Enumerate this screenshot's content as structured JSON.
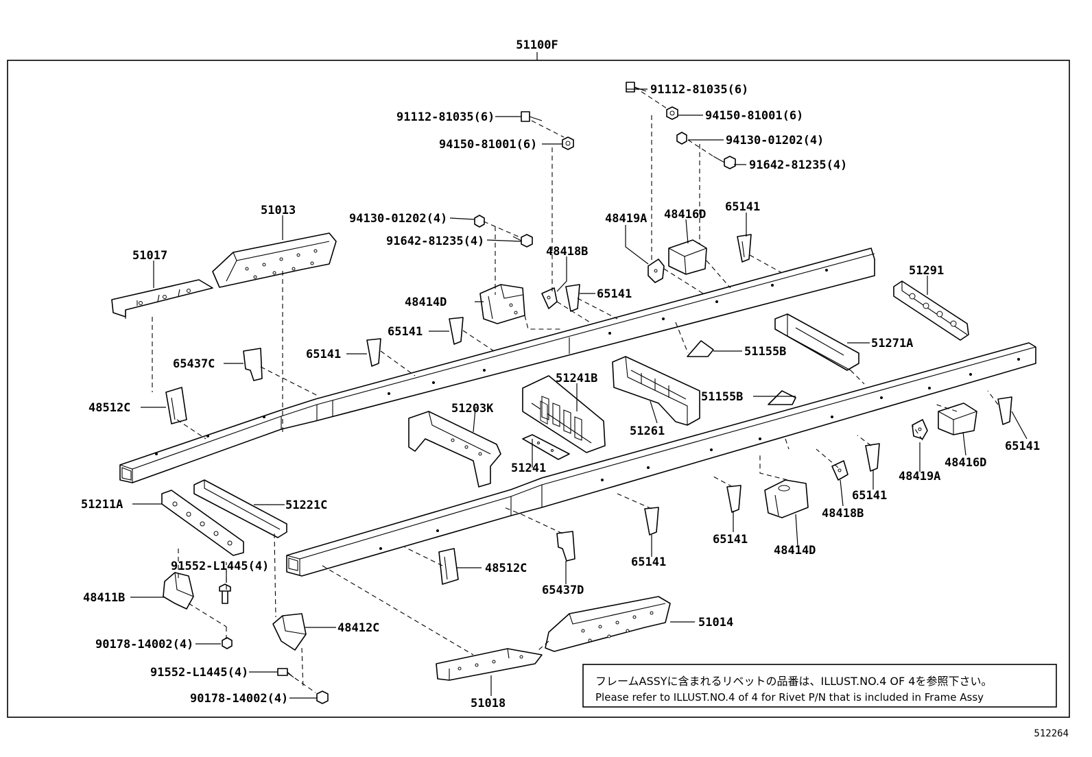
{
  "diagram": {
    "assembly_label": "51100F",
    "image_code": "512264",
    "note": {
      "jp": "フレームASSYに含まれるリベットの品番は、ILLUST.NO.4 OF 4を参照下さい。",
      "en": "Please refer to ILLUST.NO.4 of 4 for Rivet P/N that is included in Frame Assy"
    },
    "labels": [
      "91112-81035(6)",
      "94150-81001(6)",
      "94130-01202(4)",
      "91642-81235(4)",
      "91112-81035(6)",
      "94150-81001(6)",
      "94130-01202(4)",
      "91642-81235(4)",
      "51013",
      "51017",
      "48419A",
      "48416D",
      "65141",
      "48418B",
      "48414D",
      "65141",
      "65141",
      "65141",
      "51291",
      "65437C",
      "51155B",
      "51271A",
      "51241B",
      "48512C",
      "51203K",
      "51155B",
      "51261",
      "51241",
      "65141",
      "48416D",
      "48419A",
      "65141",
      "48418B",
      "51211A",
      "51221C",
      "65141",
      "48414D",
      "65141",
      "48512C",
      "65437D",
      "91552-L1445(4)",
      "48411B",
      "48412C",
      "51014",
      "90178-14002(4)",
      "91552-L1445(4)",
      "90178-14002(4)",
      "51018"
    ]
  }
}
